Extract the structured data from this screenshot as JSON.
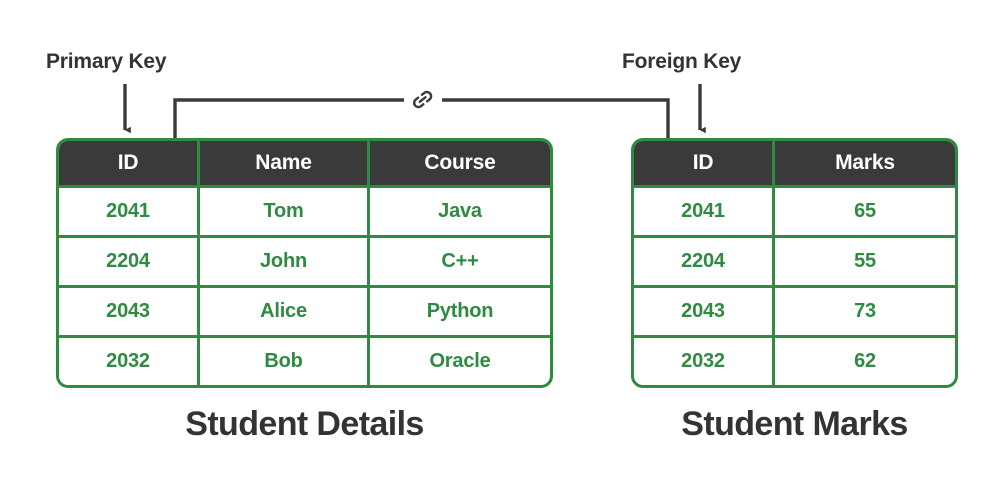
{
  "diagram": {
    "title_primary": "Primary Key",
    "title_foreign": "Foreign Key",
    "link_icon": "chain-link-icon",
    "colors": {
      "header_bg": "#3a3a3a",
      "header_text": "#ffffff",
      "cell_text": "#2f8a42",
      "border": "#2f8a42",
      "annotation_text": "#333333",
      "background": "#ffffff"
    }
  },
  "tables": [
    {
      "id": "student-details",
      "caption": "Student Details",
      "headers": [
        "ID",
        "Name",
        "Course"
      ],
      "rows": [
        [
          "2041",
          "Tom",
          "Java"
        ],
        [
          "2204",
          "John",
          "C++"
        ],
        [
          "2043",
          "Alice",
          "Python"
        ],
        [
          "2032",
          "Bob",
          "Oracle"
        ]
      ]
    },
    {
      "id": "student-marks",
      "caption": "Student Marks",
      "headers": [
        "ID",
        "Marks"
      ],
      "rows": [
        [
          "2041",
          "65"
        ],
        [
          "2204",
          "55"
        ],
        [
          "2043",
          "73"
        ],
        [
          "2032",
          "62"
        ]
      ]
    }
  ]
}
